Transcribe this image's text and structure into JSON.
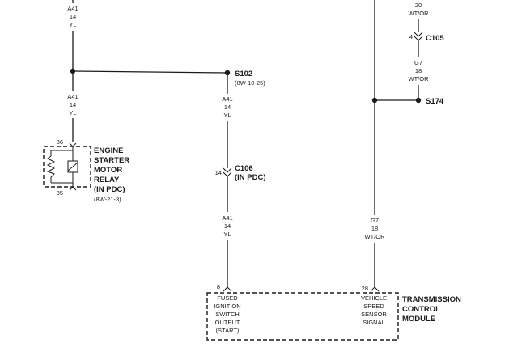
{
  "wire_labels": {
    "top_left": [
      "A41",
      "14",
      "YL"
    ],
    "left_mid": [
      "A41",
      "14",
      "YL"
    ],
    "s102_below": [
      "A41",
      "14",
      "YL"
    ],
    "c106_below": [
      "A41",
      "14",
      "YL"
    ],
    "top_right": [
      "20",
      "WT/OR"
    ],
    "c105_below": [
      "G7",
      "18",
      "WT/OR"
    ],
    "right_lower": [
      "G7",
      "18",
      "WT/OR"
    ]
  },
  "splices": {
    "s102": {
      "name": "S102",
      "ref": "(8W-10-25)"
    },
    "s174": {
      "name": "S174"
    }
  },
  "connectors": {
    "c105": {
      "pin": "4",
      "name": "C105"
    },
    "c106": {
      "pin": "14",
      "name": "C106",
      "note": "(IN PDC)"
    }
  },
  "relay": {
    "pin_top": "86",
    "pin_bottom": "85",
    "name_lines": [
      "ENGINE",
      "STARTER",
      "MOTOR",
      "RELAY",
      "(IN PDC)"
    ],
    "ref": "(8W-21-3)"
  },
  "module": {
    "name_lines": [
      "TRANSMISSION",
      "CONTROL",
      "MODULE"
    ],
    "pin_left": "8",
    "pin_right": "28",
    "left_function": [
      "FUSED",
      "IGNITION",
      "SWITCH",
      "OUTPUT",
      "(START)"
    ],
    "right_function": [
      "VEHICLE",
      "SPEED",
      "SENSOR",
      "SIGNAL"
    ]
  }
}
